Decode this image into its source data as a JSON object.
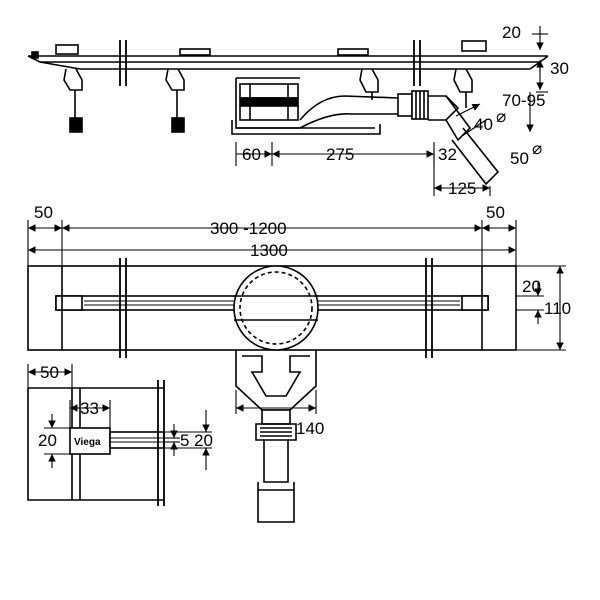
{
  "side_view": {
    "dims": {
      "top_gap": "20",
      "height": "30",
      "install_height": "70-95",
      "pipe_40": "40",
      "pipe_50": "50",
      "offset_60": "60",
      "length_275": "275",
      "dim_32": "32",
      "dim_125": "125",
      "diam_symbol": "⌀"
    }
  },
  "top_view": {
    "dims": {
      "end_left": "50",
      "end_right": "50",
      "range": "300 -1200",
      "total": "1300",
      "slot_width": "20",
      "body_width": "110",
      "outlet_width": "140"
    }
  },
  "detail_view": {
    "brand_logo": "Viega",
    "dims": {
      "width_50": "50",
      "offset_33": "33",
      "height_20_left": "20",
      "gap_5": "5",
      "height_20_right": "20"
    }
  }
}
